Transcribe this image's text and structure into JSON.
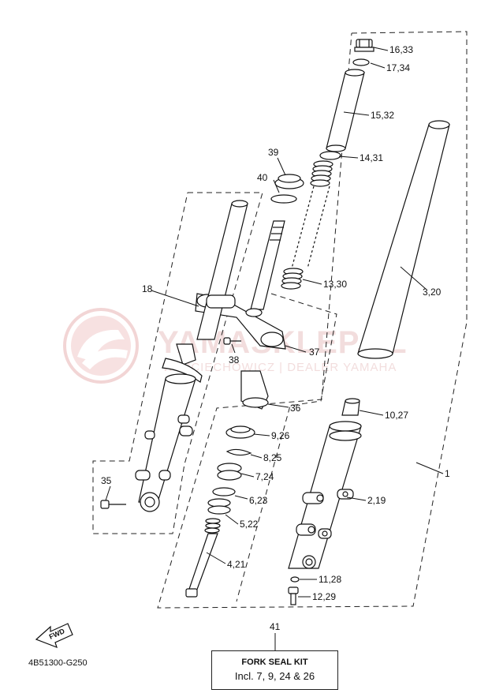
{
  "watermark": {
    "brand": "YAMASKLEP.PL",
    "subtitle": "WOJCIECHOWICZ | DEALER YAMAHA",
    "color": "#e8b4b4"
  },
  "callouts": [
    {
      "id": "label-16-33",
      "text": "16,33"
    },
    {
      "id": "label-17-34",
      "text": "17,34"
    },
    {
      "id": "label-15-32",
      "text": "15,32"
    },
    {
      "id": "label-39",
      "text": "39"
    },
    {
      "id": "label-14-31",
      "text": "14,31"
    },
    {
      "id": "label-40",
      "text": "40"
    },
    {
      "id": "label-13-30",
      "text": "13,30"
    },
    {
      "id": "label-18",
      "text": "18"
    },
    {
      "id": "label-3-20",
      "text": "3,20"
    },
    {
      "id": "label-38",
      "text": "38"
    },
    {
      "id": "label-37",
      "text": "37"
    },
    {
      "id": "label-36",
      "text": "36"
    },
    {
      "id": "label-10-27",
      "text": "10,27"
    },
    {
      "id": "label-9-26",
      "text": "9,26"
    },
    {
      "id": "label-8-25",
      "text": "8,25"
    },
    {
      "id": "label-7-24",
      "text": "7,24"
    },
    {
      "id": "label-1",
      "text": "1"
    },
    {
      "id": "label-35",
      "text": "35"
    },
    {
      "id": "label-6-23",
      "text": "6,23"
    },
    {
      "id": "label-2-19",
      "text": "2,19"
    },
    {
      "id": "label-5-22",
      "text": "5,22"
    },
    {
      "id": "label-4-21",
      "text": "4,21"
    },
    {
      "id": "label-11-28",
      "text": "11,28"
    },
    {
      "id": "label-12-29",
      "text": "12,29"
    },
    {
      "id": "label-41",
      "text": "41"
    }
  ],
  "fwd_label": "FWD",
  "diagram_code": "4B51300-G250",
  "kit": {
    "title": "FORK SEAL KIT",
    "contents": "Incl. 7, 9, 24 & 26"
  }
}
